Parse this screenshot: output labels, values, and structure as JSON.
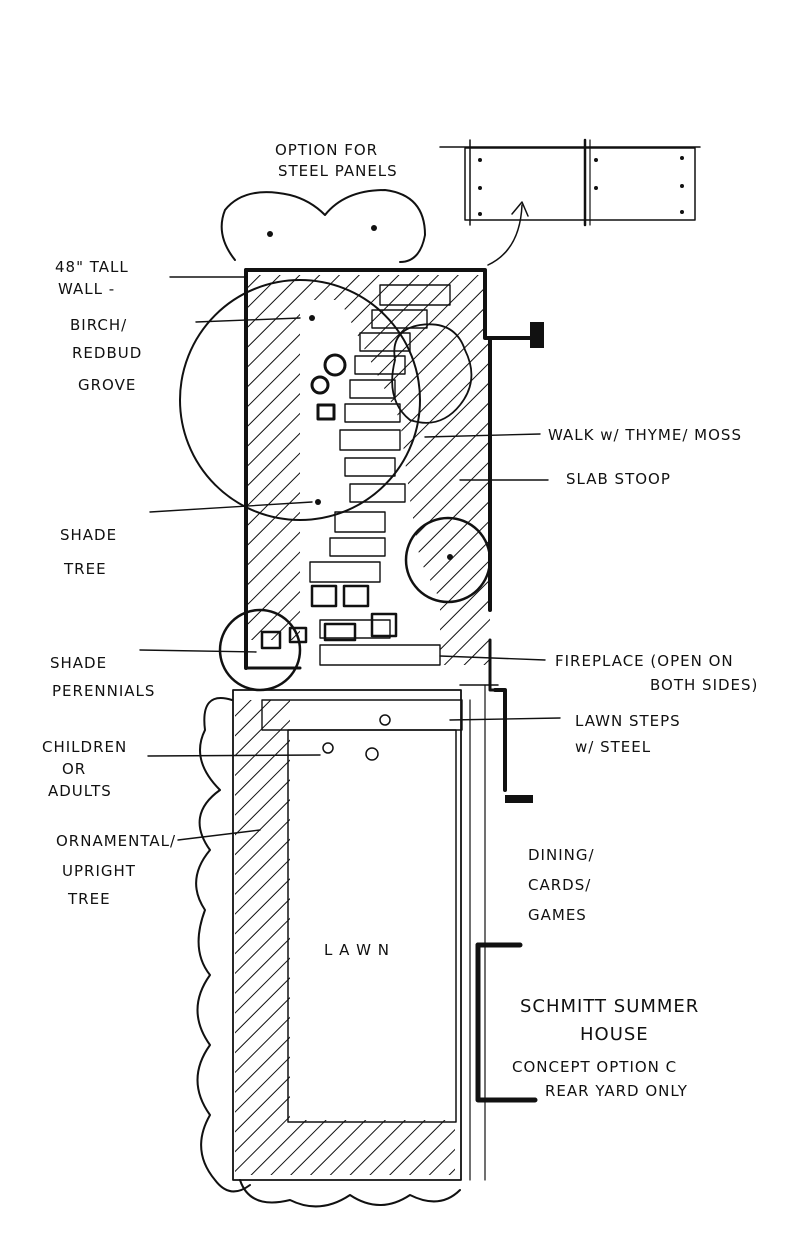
{
  "labels": {
    "steel_panels_1": "OPTION FOR",
    "steel_panels_2": "STEEL PANELS",
    "wall_1": "48\" TALL",
    "wall_2": "WALL -",
    "birch_1": "BIRCH/",
    "birch_2": "REDBUD",
    "birch_3": "GROVE",
    "walk": "WALK w/ THYME/ MOSS",
    "slab": "SLAB STOOP",
    "shade_tree_1": "SHADE",
    "shade_tree_2": "TREE",
    "shade_per_1": "SHADE",
    "shade_per_2": "PERENNIALS",
    "fireplace_1": "FIREPLACE (OPEN ON",
    "fireplace_2": "BOTH SIDES)",
    "lawn_steps_1": "LAWN STEPS",
    "lawn_steps_2": "w/ STEEL",
    "children_1": "CHILDREN",
    "children_2": "OR",
    "children_3": "ADULTS",
    "ornamental_1": "ORNAMENTAL/",
    "ornamental_2": "UPRIGHT",
    "ornamental_3": "TREE",
    "dining_1": "DINING/",
    "dining_2": "CARDS/",
    "dining_3": "GAMES",
    "lawn": "L A W N",
    "title_1": "SCHMITT SUMMER",
    "title_2": "HOUSE",
    "subtitle_1": "CONCEPT OPTION C",
    "subtitle_2": "REAR YARD ONLY"
  }
}
